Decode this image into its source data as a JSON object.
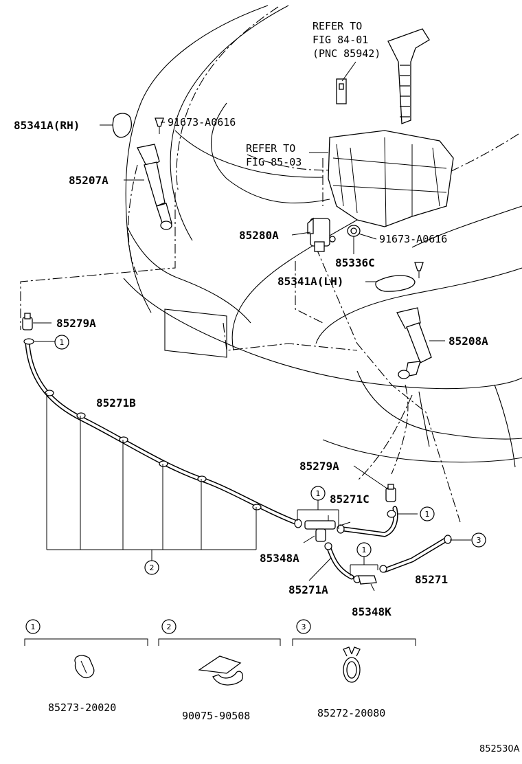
{
  "refs": {
    "fig84": [
      "REFER TO",
      "FIG 84-01",
      "(PNC 85942)"
    ],
    "fig85": [
      "REFER TO",
      "FIG 85-03"
    ]
  },
  "callouts": {
    "p85341A_RH": "85341A(RH)",
    "p91673_top": "91673-A0616",
    "p85207A": "85207A",
    "p85280A": "85280A",
    "p91673_mid": "91673-A0616",
    "p85336C": "85336C",
    "p85341A_LH": "85341A(LH)",
    "p85279A_left": "85279A",
    "p85208A": "85208A",
    "p85271B": "85271B",
    "p85279A_mid": "85279A",
    "p85271C": "85271C",
    "p85348A": "85348A",
    "p85271A": "85271A",
    "p85271": "85271",
    "p85348K": "85348K"
  },
  "circled": {
    "c1": "1",
    "c2": "2",
    "c3": "3"
  },
  "legend": [
    {
      "num": "1",
      "part": "85273-20020"
    },
    {
      "num": "2",
      "part": "90075-90508"
    },
    {
      "num": "3",
      "part": "85272-20080"
    }
  ],
  "figure_code": "852530A"
}
